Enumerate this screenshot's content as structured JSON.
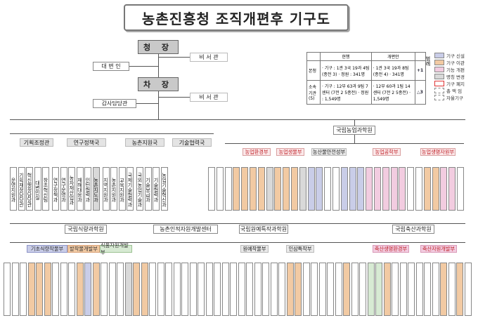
{
  "title": "농촌진흥청  조직개편후 기구도",
  "top": {
    "chief": "청 장",
    "deputy": "차 장",
    "secretary1": "비 서 관",
    "secretary2": "비 서 관",
    "spokesman": "대 변 인",
    "auditor": "감사담당관"
  },
  "headquarters": {
    "divisions": [
      "기획조정관",
      "연구정책국",
      "농촌지원국",
      "기술협력국"
    ],
    "research_institute": "국립농업과학원",
    "offices": [
      "국립식량과학원",
      "농촌인적자원개발센터",
      "국립원예특작과학원",
      "국립축산과학원"
    ]
  },
  "left_columns": [
    "운영지원과",
    "기획재정담당관",
    "혁신행정담당관",
    "대변인실",
    "창조혁신팀",
    "연구정책과",
    "연구운영과",
    "농자재산업과",
    "재해대응과",
    "인턴협력과",
    "농촌지도과",
    "지역지원과",
    "농촌지원과",
    "교육지원과",
    "국제기술협력과",
    "국외농업기술과",
    "기술보급과",
    "기술협력과",
    "농업기술혁신과"
  ],
  "nas_groups": [
    "농업환경부",
    "농업생물부",
    "농산물안전성부",
    "농업공학부",
    "농업생명자원부"
  ],
  "nics_groups": [
    "기초식량작물부",
    "밭작물개발부",
    "식품자원개발부"
  ],
  "nihhs_groups": [
    "원예작물부",
    "인삼특작부"
  ],
  "nias_groups": [
    "축산생명환경부",
    "축산자원개발부"
  ],
  "legend": {
    "header": [
      "현행",
      "개편안"
    ],
    "rows": [
      {
        "label": "본청",
        "current": "· 기구 : 1관 3국 19과 4팀 (종전 3) · 정원 : 341명",
        "new": "· 1관 3국 19과 8팀 (종전 4) · 341명",
        "delta": "+1"
      },
      {
        "label": "소속기관(5)",
        "current": "· 기구 : 12부 63과 9팀 7센터 (7전 2 5종전) · 정원 : 1,549명",
        "new": "· 12부 60과 1팀 14센터 (7전 2 5종전) · 1,549명",
        "delta": "△3"
      }
    ],
    "side_label": "범례",
    "items": [
      {
        "label": "기구 신설",
        "color": "#c9cde8"
      },
      {
        "label": "기구 이관",
        "color": "#f2caa3"
      },
      {
        "label": "기능 개편",
        "color": "#f2cce0"
      },
      {
        "label": "명칭 변경",
        "color": "#d9d9d9"
      },
      {
        "label": "기구 폐지",
        "color": "#ffffff"
      },
      {
        "label": "총 액 임",
        "color": "#ffffff"
      },
      {
        "label": "자율기구",
        "color": "#ffffff"
      }
    ]
  }
}
